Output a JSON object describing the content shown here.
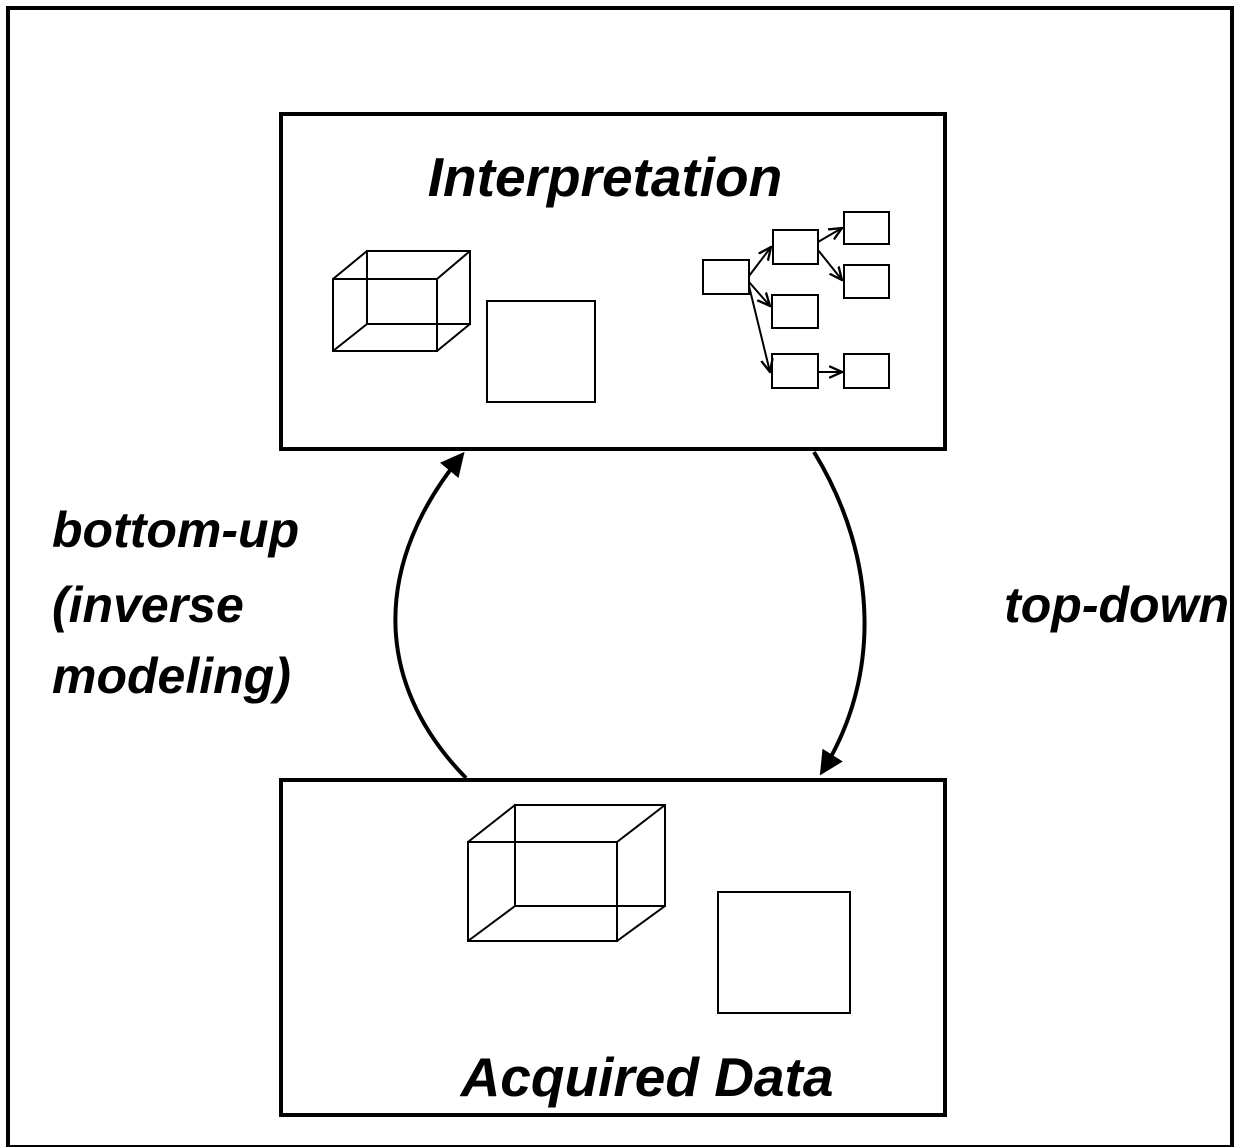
{
  "boxes": {
    "interpretation": {
      "title": "Interpretation"
    },
    "acquired_data": {
      "title": "Acquired Data"
    }
  },
  "arrows": {
    "bottom_up": {
      "lines": [
        "bottom-up",
        "(inverse",
        "modeling)"
      ]
    },
    "top_down": {
      "label": "top-down"
    }
  },
  "colors": {
    "stroke": "#000000",
    "background": "#ffffff"
  },
  "icons": [
    "wireframe-cube-icon",
    "square-icon",
    "node-tree-icon",
    "arrowhead-icon"
  ]
}
